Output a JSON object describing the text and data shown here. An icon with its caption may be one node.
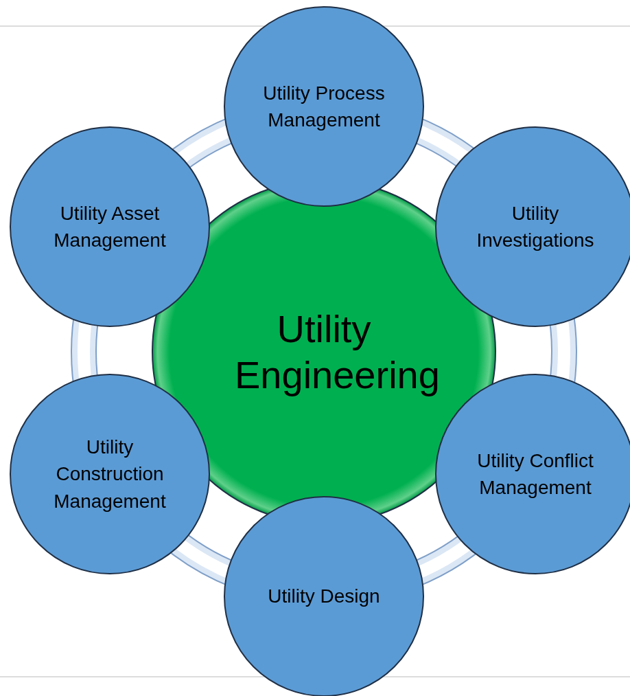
{
  "diagram": {
    "nodes": [
      {
        "text": [
          "Utility Engineering"
        ]
      },
      {
        "text": [
          "Utility Process Management"
        ]
      },
      {
        "text": [
          "Utility Asset Management"
        ]
      },
      {
        "text": [
          "Utility Investigations"
        ]
      },
      {
        "text": [
          "Utility Construction Management"
        ]
      },
      {
        "text": [
          "Utility Conflict Management"
        ]
      },
      {
        "text": [
          "Utility Design"
        ]
      }
    ]
  }
}
